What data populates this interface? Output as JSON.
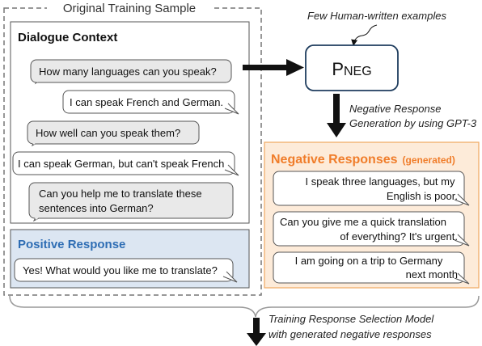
{
  "original_sample": {
    "title": "Original Training Sample"
  },
  "dialogue_context": {
    "title": "Dialogue Context",
    "turns": [
      {
        "line1": "How many languages can you speak?",
        "line2": ""
      },
      {
        "line1": "I can speak French and German.",
        "line2": ""
      },
      {
        "line1": "How well can you speak them?",
        "line2": ""
      },
      {
        "line1": "I can speak German, but can't speak French",
        "line2": ""
      },
      {
        "line1": "Can you help me to translate these",
        "line2": "sentences into German?"
      }
    ]
  },
  "positive_response": {
    "title": "Positive Response",
    "text": "Yes! What would you like me to translate?"
  },
  "few_human_examples": "Few Human-written examples",
  "pneg": {
    "big": "P",
    "small": "NEG"
  },
  "generation_label": {
    "line1": "Negative Response",
    "line2": "Generation by using GPT-3"
  },
  "negative_responses": {
    "title": "Negative Responses",
    "tag": "(generated)",
    "items": [
      {
        "line1": "I speak three languages, but my",
        "line2": "English is poor."
      },
      {
        "line1": "Can you give me a quick translation",
        "line2": "of everything? It's urgent."
      },
      {
        "line1": "I am going on a trip to Germany",
        "line2": "next month"
      }
    ]
  },
  "training_label": {
    "line1": "Training Response Selection Model",
    "line2": "with generated negative responses"
  },
  "colors": {
    "gray_bubble": "#e9e9e9",
    "positive_bg": "#dce6f2",
    "positive_title": "#2e6db4",
    "negative_bg": "#fdebd9",
    "negative_border": "#f0a860",
    "negative_title": "#f07d2a",
    "pneg_border": "#1f3d5e"
  }
}
